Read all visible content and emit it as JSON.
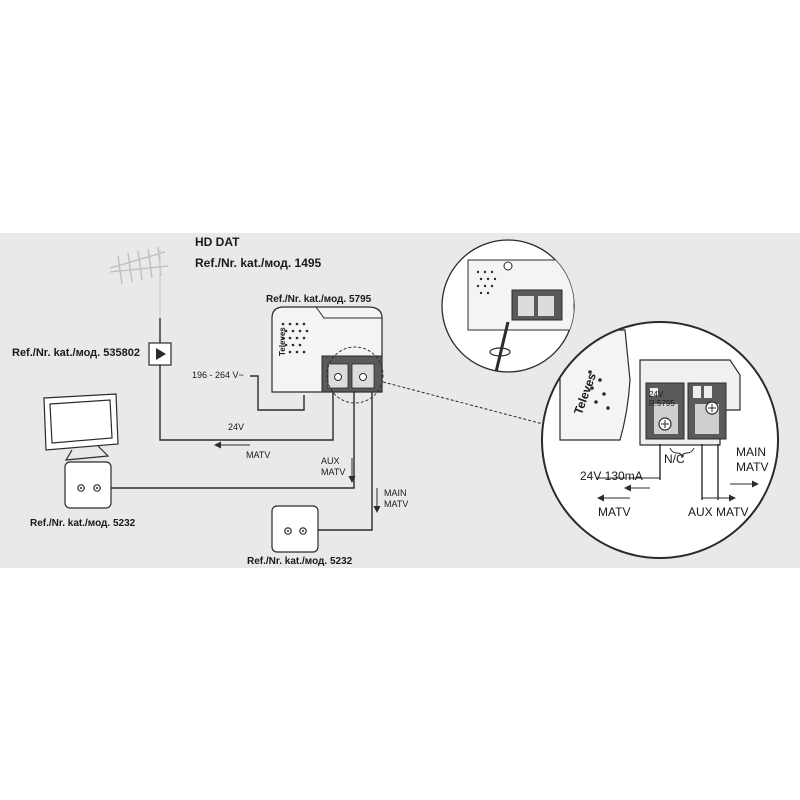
{
  "diagram": {
    "labels": {
      "product_name": "HD DAT",
      "antenna_ref": "Ref./Nr. kat./мод. 1495",
      "psu_ref": "Ref./Nr. kat./мод. 5795",
      "amp_ref": "Ref./Nr. kat./мод. 535802",
      "tv_outlet_ref": "Ref./Nr. kat./мод. 5232",
      "second_outlet_ref": "Ref./Nr. kat./мод. 5232",
      "mains_voltage": "196 - 264 V~",
      "dc_voltage": "24V",
      "matv": "MATV",
      "aux_matv_line1": "AUX",
      "aux_matv_line2": "MATV",
      "main_matv_line1": "MAIN",
      "main_matv_line2": "MATV",
      "brand": "Televes"
    },
    "detail": {
      "dc_current": "24V   130mA",
      "nc": "N/C",
      "matv": "MATV",
      "aux_matv": "AUX MATV",
      "main_line1": "MAIN",
      "main_line2": "MATV",
      "psu_code": "R.5795",
      "brand": "Televes",
      "v24": "24V"
    }
  },
  "colors": {
    "panel_bg": "#e9e9e9",
    "line": "#2b2b2b",
    "device_light": "#f4f4f4",
    "device_dark": "#5a5a5a"
  }
}
